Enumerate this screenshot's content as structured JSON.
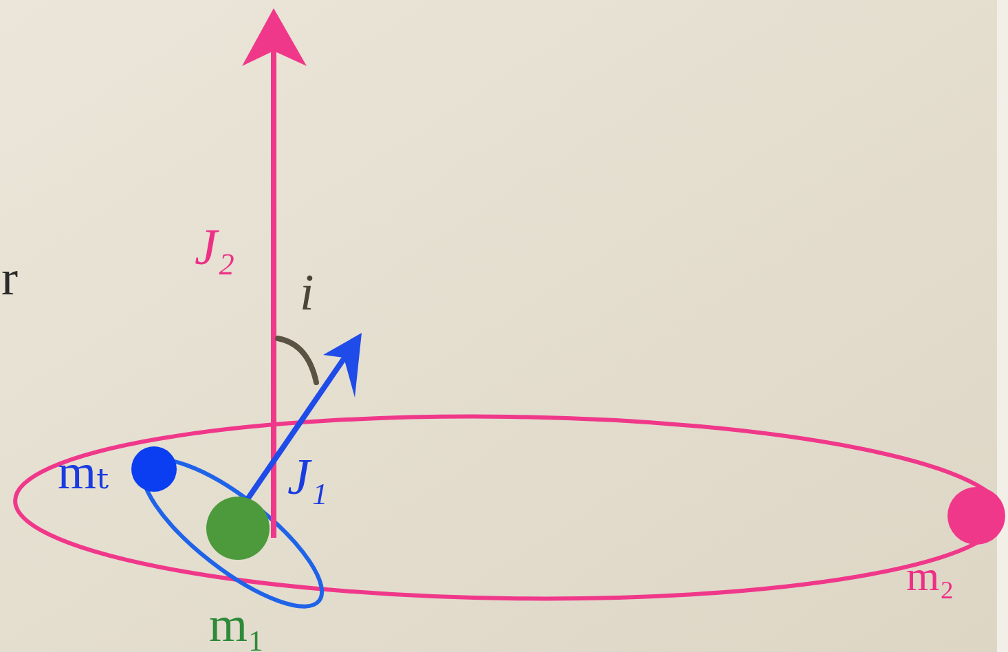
{
  "diagram": {
    "labels": [
      "r",
      "J₂",
      "i",
      "J₁",
      "mₜ",
      "m₁",
      "m₂"
    ]
  }
}
